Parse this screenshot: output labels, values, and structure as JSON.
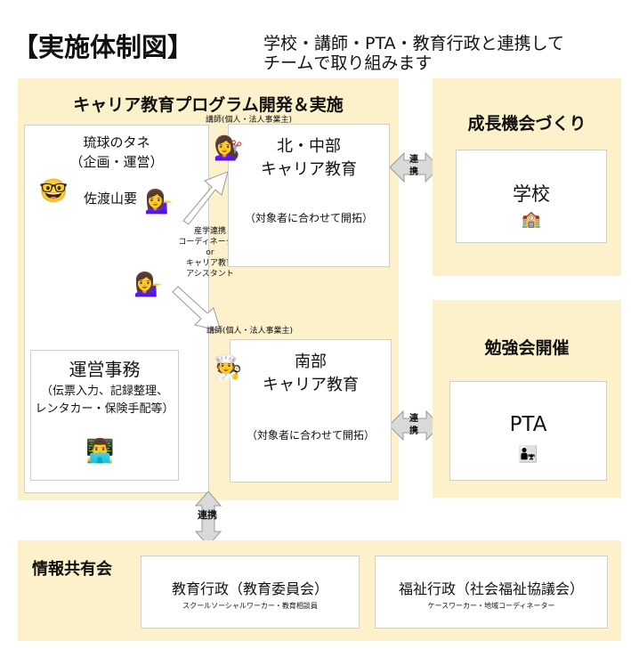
{
  "header": {
    "title": "【実施体制図】",
    "subtitle_line1": "学校・講師・PTA・教育行政と連携して",
    "subtitle_line2": "チーム​で取り組みます"
  },
  "main_panel": {
    "heading": "キャリア教育プログラム開発＆実施",
    "ryukyu": {
      "line1": "琉球のタネ",
      "line2": "（企画・運営）",
      "person_name": "佐渡山要",
      "office": {
        "title": "運営事務",
        "line1": "（伝票入力、記録整理、",
        "line2": "レンタカー・保険手配等）"
      }
    },
    "coordinator_label": {
      "line1": "産学連携",
      "line2": "コーディネーター",
      "line3": "or",
      "line4": "キャリア教育",
      "line5": "アシスタント"
    },
    "north": {
      "instructor_label": "講師(個人・法人事業主)",
      "title1": "北・中部",
      "title2": "キャリア教育",
      "note": "（対象者に合わせて開拓）"
    },
    "south": {
      "instructor_label": "講師(個人・法人事業主)",
      "title1": "南部",
      "title2": "キャリア教育",
      "note": "（対象者に合わせて開拓）"
    }
  },
  "link_label_vertical_1": "連",
  "link_label_vertical_2": "携",
  "link_label_horizontal": "連携",
  "growth_panel": {
    "heading": "成長機会づくり",
    "card_title": "学校"
  },
  "study_panel": {
    "heading": "勉強会開催",
    "card_title": "PTA"
  },
  "info_panel": {
    "heading": "情報共有会",
    "education": {
      "title": "教育行政（教育委員会）",
      "sub": "スクールソーシャルワーカー・教育相談員"
    },
    "welfare": {
      "title": "福祉行政（社会福祉協議会）",
      "sub": "ケースワーカー・地域コーディネーター"
    }
  },
  "icons": {
    "nerd_face": "🤓",
    "woman_1": "💁‍♀️",
    "woman_2": "💁‍♀️",
    "hairdresser": "💇‍♀️",
    "chef": "🧑‍🍳",
    "technologist": "👨‍💻",
    "school": "🏫",
    "family": "👨‍👧"
  },
  "colors": {
    "panel_bg": "#fdf1cc",
    "arrow_fill": "#d9d9d9"
  }
}
